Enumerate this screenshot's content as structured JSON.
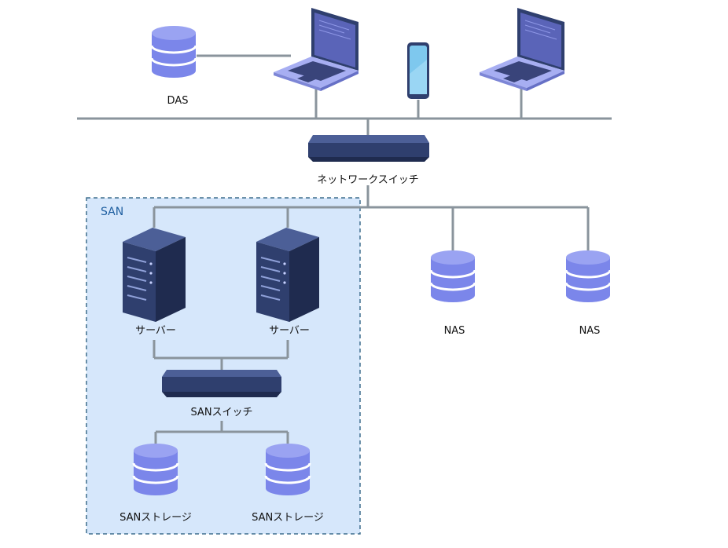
{
  "labels": {
    "das": "DAS",
    "network_switch": "ネットワークスイッチ",
    "san_area": "SAN",
    "server_1": "サーバー",
    "server_2": "サーバー",
    "nas_1": "NAS",
    "nas_2": "NAS",
    "san_switch": "SANスイッチ",
    "san_storage_1": "SANストレージ",
    "san_storage_2": "SANストレージ"
  },
  "colors": {
    "line": "#8a949c",
    "disk_fill": "#7b86ea",
    "disk_top": "#9aa3f2",
    "device_dark": "#2f3f6e",
    "san_fill": "#d6e7fb",
    "san_border": "#3f6f8e"
  },
  "icons": {
    "storage": "database-icon",
    "laptop": "laptop-icon",
    "phone": "smartphone-icon",
    "switch": "network-switch-icon",
    "server": "server-tower-icon"
  }
}
